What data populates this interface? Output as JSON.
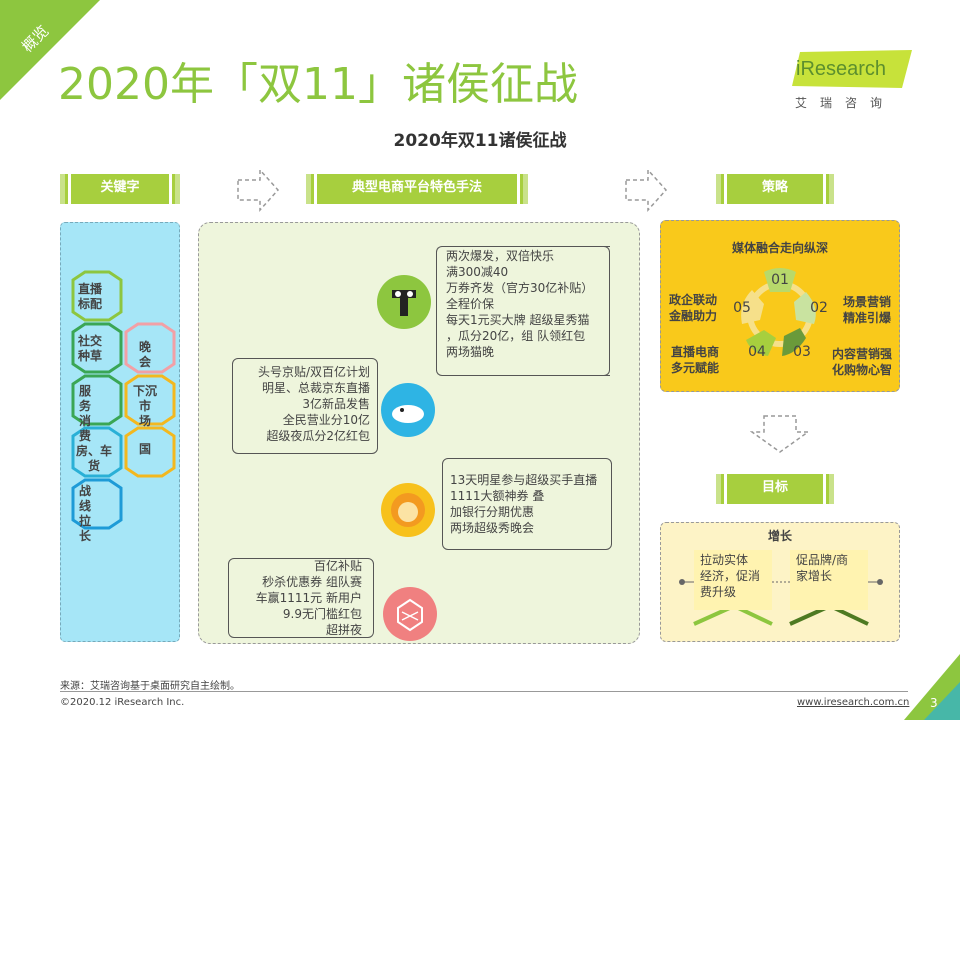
{
  "corner_tag": "概览",
  "page_title": "2020年「双11」诸侯征战",
  "logo": {
    "brand": "iResearch",
    "sub": "艾瑞咨询"
  },
  "subtitle": "2020年双11诸侯征战",
  "sections": {
    "keywords": "关键字",
    "platforms": "典型电商平台特色手法",
    "strategy": "策略",
    "goal": "目标"
  },
  "keywords": [
    {
      "label": "直播\n标配",
      "color": "#8dc63f"
    },
    {
      "label": "社交\n种草",
      "color": "#3aa655"
    },
    {
      "label": "服\n务\n消\n费",
      "color": "#3aa655"
    },
    {
      "label": "房、车\n货",
      "color": "#2ab0d6"
    },
    {
      "label": "战\n线\n拉\n长",
      "color": "#1e9bd7"
    },
    {
      "label": "晚\n会",
      "color": "#f2a0a6"
    },
    {
      "label": "下沉\n市\n场",
      "color": "#f3b81f"
    },
    {
      "label": "国",
      "color": "#f3b81f"
    }
  ],
  "platforms": {
    "tmall": [
      "两次爆发，双倍快乐",
      "满300减40",
      "万券齐发（官方30亿补贴）",
      "全程价保",
      "每天1元买大牌 超级星秀猫",
      "，瓜分20亿，组 队领红包",
      "两场猫晚"
    ],
    "jd": [
      "头号京贴/双百亿计划",
      "明星、总裁京东直播",
      "3亿新品发售",
      "全民营业分10亿",
      "超级夜瓜分2亿红包"
    ],
    "suning": [
      "13天明星参与超级买手直播",
      "1111大额神券 叠",
      "加银行分期优惠",
      "两场超级秀晚会"
    ],
    "pdd": [
      "百亿补贴",
      "秒杀优惠券  组队赛",
      "车赢1111元  新用户",
      "9.9无门槛红包",
      "超拼夜"
    ]
  },
  "strategy": {
    "center": "媒体融合走向纵深",
    "items": [
      {
        "num": "01",
        "label": ""
      },
      {
        "num": "02",
        "label": "场景营销\n精准引爆"
      },
      {
        "num": "03",
        "label": "内容营销强\n化购物心智"
      },
      {
        "num": "04",
        "label": "直播电商\n多元赋能"
      },
      {
        "num": "05",
        "label": "政企联动\n金融助力"
      }
    ]
  },
  "goal": {
    "title": "增长",
    "cards": [
      "拉动实体\n经济，促消\n费升级",
      "促品牌/商\n家增长"
    ]
  },
  "footer": {
    "source": "来源：艾瑞咨询基于桌面研究自主绘制。",
    "copyright": "©2020.12 iResearch Inc.",
    "website": "www.iresearch.com.cn",
    "page": "3"
  }
}
